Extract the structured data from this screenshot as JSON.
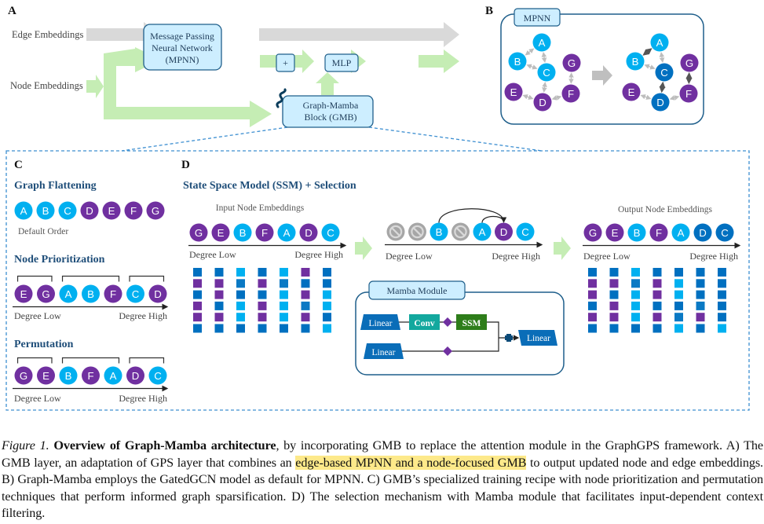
{
  "figure": {
    "panel_labels": {
      "a": "A",
      "b": "B",
      "c": "C",
      "d": "D"
    },
    "colors": {
      "light_blue": "#00b0f0",
      "purple": "#7030a0",
      "dark_blue": "#0070c0",
      "mid_blue": "#0a79c4",
      "grey_node": "#a6a6a6",
      "green_arrow": "#c5edb4",
      "grey_arrow": "#d9d9d9",
      "box_fill": "#cdeeff",
      "box_stroke": "#1f5f8b",
      "heading": "#1f4e79",
      "dashed": "#3d8fd1",
      "conv": "#13a89e",
      "ssm": "#2e7d1a",
      "linear": "#0a6db8",
      "highlight": "#fde98a"
    },
    "panel_a": {
      "edge_label": "Edge Embeddings",
      "node_label": "Node Embeddings",
      "mpnn_box": [
        "Message Passing",
        "Neural Network",
        "(MPNN)"
      ],
      "plus_box": "+",
      "mlp_box": "MLP",
      "gmb_box": [
        "Graph-Mamba",
        "Block (GMB)"
      ],
      "gmb_icon": "snake-icon"
    },
    "panel_b": {
      "tab_label": "MPNN",
      "before": {
        "nodes": [
          {
            "id": "A",
            "color": "light_blue"
          },
          {
            "id": "B",
            "color": "light_blue"
          },
          {
            "id": "C",
            "color": "light_blue"
          },
          {
            "id": "D",
            "color": "purple"
          },
          {
            "id": "E",
            "color": "purple"
          },
          {
            "id": "F",
            "color": "purple"
          },
          {
            "id": "G",
            "color": "purple"
          }
        ],
        "edges": [
          [
            "A",
            "B",
            false
          ],
          [
            "A",
            "C",
            false
          ],
          [
            "B",
            "C",
            false
          ],
          [
            "C",
            "D",
            false
          ],
          [
            "D",
            "E",
            false
          ],
          [
            "D",
            "F",
            false
          ],
          [
            "F",
            "G",
            false
          ]
        ]
      },
      "after": {
        "nodes": [
          {
            "id": "A",
            "color": "light_blue"
          },
          {
            "id": "B",
            "color": "light_blue"
          },
          {
            "id": "C",
            "color": "dark_blue"
          },
          {
            "id": "D",
            "color": "dark_blue"
          },
          {
            "id": "E",
            "color": "purple"
          },
          {
            "id": "F",
            "color": "purple"
          },
          {
            "id": "G",
            "color": "purple"
          }
        ],
        "edges": [
          [
            "A",
            "B",
            true
          ],
          [
            "A",
            "C",
            false
          ],
          [
            "B",
            "C",
            false
          ],
          [
            "C",
            "D",
            true
          ],
          [
            "D",
            "E",
            false
          ],
          [
            "D",
            "F",
            false
          ],
          [
            "F",
            "G",
            true
          ]
        ]
      }
    },
    "panel_c": {
      "graph_flattening": {
        "title": "Graph Flattening",
        "sequence": [
          [
            "A",
            "light_blue"
          ],
          [
            "B",
            "light_blue"
          ],
          [
            "C",
            "light_blue"
          ],
          [
            "D",
            "purple"
          ],
          [
            "E",
            "purple"
          ],
          [
            "F",
            "purple"
          ],
          [
            "G",
            "purple"
          ]
        ],
        "caption": "Default Order"
      },
      "node_prioritization": {
        "title": "Node Prioritization",
        "sequence": [
          [
            "E",
            "purple"
          ],
          [
            "G",
            "purple"
          ],
          [
            "A",
            "light_blue"
          ],
          [
            "B",
            "light_blue"
          ],
          [
            "F",
            "purple"
          ],
          [
            "C",
            "light_blue"
          ],
          [
            "D",
            "purple"
          ]
        ],
        "groups": [
          [
            0,
            1
          ],
          [
            2,
            4
          ],
          [
            5,
            6
          ]
        ],
        "axis_low": "Degree Low",
        "axis_high": "Degree High"
      },
      "permutation": {
        "title": "Permutation",
        "sequence": [
          [
            "G",
            "purple"
          ],
          [
            "E",
            "purple"
          ],
          [
            "B",
            "light_blue"
          ],
          [
            "F",
            "purple"
          ],
          [
            "A",
            "light_blue"
          ],
          [
            "D",
            "purple"
          ],
          [
            "C",
            "light_blue"
          ]
        ],
        "groups": [
          [
            0,
            1
          ],
          [
            2,
            4
          ],
          [
            5,
            6
          ]
        ],
        "axis_low": "Degree Low",
        "axis_high": "Degree High"
      }
    },
    "panel_d": {
      "title": "State Space Model (SSM) + Selection",
      "input": {
        "label": "Input Node Embeddings",
        "sequence": [
          [
            "G",
            "purple"
          ],
          [
            "E",
            "purple"
          ],
          [
            "B",
            "light_blue"
          ],
          [
            "F",
            "purple"
          ],
          [
            "A",
            "light_blue"
          ],
          [
            "D",
            "purple"
          ],
          [
            "C",
            "light_blue"
          ]
        ],
        "axis_low": "Degree Low",
        "axis_high": "Degree High",
        "matrix": [
          [
            "dark_blue",
            "purple",
            "dark_blue",
            "purple",
            "purple",
            "dark_blue"
          ],
          [
            "dark_blue",
            "purple",
            "purple",
            "dark_blue",
            "purple",
            "dark_blue"
          ],
          [
            "light_blue",
            "mid_blue",
            "dark_blue",
            "light_blue",
            "light_blue",
            "dark_blue"
          ],
          [
            "dark_blue",
            "purple",
            "dark_blue",
            "purple",
            "purple",
            "dark_blue"
          ],
          [
            "light_blue",
            "mid_blue",
            "light_blue",
            "light_blue",
            "light_blue",
            "dark_blue"
          ],
          [
            "purple",
            "dark_blue",
            "purple",
            "mid_blue",
            "purple",
            "dark_blue"
          ],
          [
            "dark_blue",
            "dark_blue",
            "light_blue",
            "light_blue",
            "dark_blue",
            "light_blue"
          ]
        ]
      },
      "selection": {
        "sequence": [
          [
            "",
            "grey"
          ],
          [
            "",
            "grey"
          ],
          [
            "B",
            "light_blue"
          ],
          [
            "",
            "grey"
          ],
          [
            "A",
            "light_blue"
          ],
          [
            "D",
            "purple"
          ],
          [
            "C",
            "light_blue"
          ]
        ],
        "links": [
          [
            2,
            5
          ],
          [
            4,
            5
          ]
        ],
        "axis_low": "Degree Low",
        "axis_high": "Degree High"
      },
      "output": {
        "label": "Output Node Embeddings",
        "sequence": [
          [
            "G",
            "purple"
          ],
          [
            "E",
            "purple"
          ],
          [
            "B",
            "light_blue"
          ],
          [
            "F",
            "purple"
          ],
          [
            "A",
            "light_blue"
          ],
          [
            "D",
            "dark_blue"
          ],
          [
            "C",
            "dark_blue"
          ]
        ],
        "axis_low": "Degree Low",
        "axis_high": "Degree High",
        "matrix": [
          [
            "dark_blue",
            "purple",
            "purple",
            "dark_blue",
            "purple",
            "dark_blue"
          ],
          [
            "dark_blue",
            "purple",
            "dark_blue",
            "purple",
            "purple",
            "dark_blue"
          ],
          [
            "light_blue",
            "mid_blue",
            "light_blue",
            "light_blue",
            "light_blue",
            "dark_blue"
          ],
          [
            "dark_blue",
            "purple",
            "purple",
            "dark_blue",
            "purple",
            "dark_blue"
          ],
          [
            "dark_blue",
            "light_blue",
            "light_blue",
            "dark_blue",
            "mid_blue",
            "light_blue"
          ],
          [
            "dark_blue",
            "dark_blue",
            "dark_blue",
            "mid_blue",
            "purple",
            "dark_blue"
          ],
          [
            "dark_blue",
            "dark_blue",
            "dark_blue",
            "dark_blue",
            "dark_blue",
            "light_blue"
          ]
        ]
      },
      "mamba_module": {
        "tab_label": "Mamba Module",
        "linear_top": "Linear",
        "conv": "Conv",
        "ssm": "SSM",
        "linear_bottom": "Linear",
        "linear_out": "Linear"
      }
    }
  },
  "caption": {
    "figure_label": "Figure 1.",
    "bold_title": "Overview of Graph-Mamba architecture",
    "after_title": ", by incorporating GMB to replace the attention module in the GraphGPS framework. A) The GMB layer, an adaptation of GPS layer that combines an ",
    "highlighted": "edge-based MPNN and a node-focused GMB",
    "rest": " to output updated node and edge embeddings. B) Graph-Mamba employs the GatedGCN model as default for MPNN. C) GMB’s specialized training recipe with node prioritization and permutation techniques that perform informed graph sparsification. D) The selection mechanism with Mamba module that facilitates input-dependent context filtering."
  }
}
